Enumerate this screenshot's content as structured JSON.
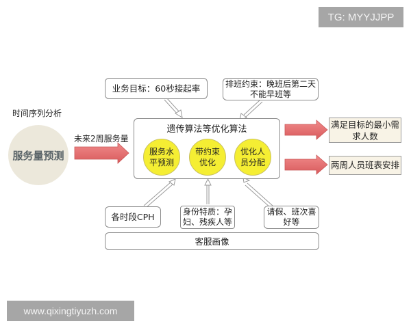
{
  "watermarks": {
    "top_right": "TG: MYYJJPP",
    "bottom_left": "www.qixingtiyuzh.com"
  },
  "input": {
    "method_label": "时间序列分析",
    "circle_label": "服务量预测",
    "arrow_label": "未来2周服务量"
  },
  "constraints": {
    "business_goal": "业务目标：60秒接起率",
    "schedule_constraint_line1": "排班约束：晚班后第二天",
    "schedule_constraint_line2": "不能早班等"
  },
  "algorithm": {
    "title": "遗传算法等优化算法",
    "steps": [
      {
        "line1": "服务水",
        "line2": "平预测"
      },
      {
        "line1": "带约束",
        "line2": "优化"
      },
      {
        "line1": "优化人",
        "line2": "员分配"
      }
    ]
  },
  "outputs": [
    {
      "line1": "满足目标的最小需",
      "line2": "求人数"
    },
    {
      "line1": "两周人员班表安排",
      "line2": ""
    }
  ],
  "profile_inputs": {
    "cph": "各时段CPH",
    "identity_line1": "身份特质：孕",
    "identity_line2": "妇、残疾人等",
    "leave_line1": "请假、班次喜",
    "leave_line2": "好等",
    "profile_bar": "客服画像"
  },
  "colors": {
    "red_arrow": "#e4686a",
    "yellow_circle": "#f5ee33",
    "beige_circle": "#ece8db",
    "result_box": "#f8f3e6",
    "watermark_bg": "#a6a6a6"
  }
}
